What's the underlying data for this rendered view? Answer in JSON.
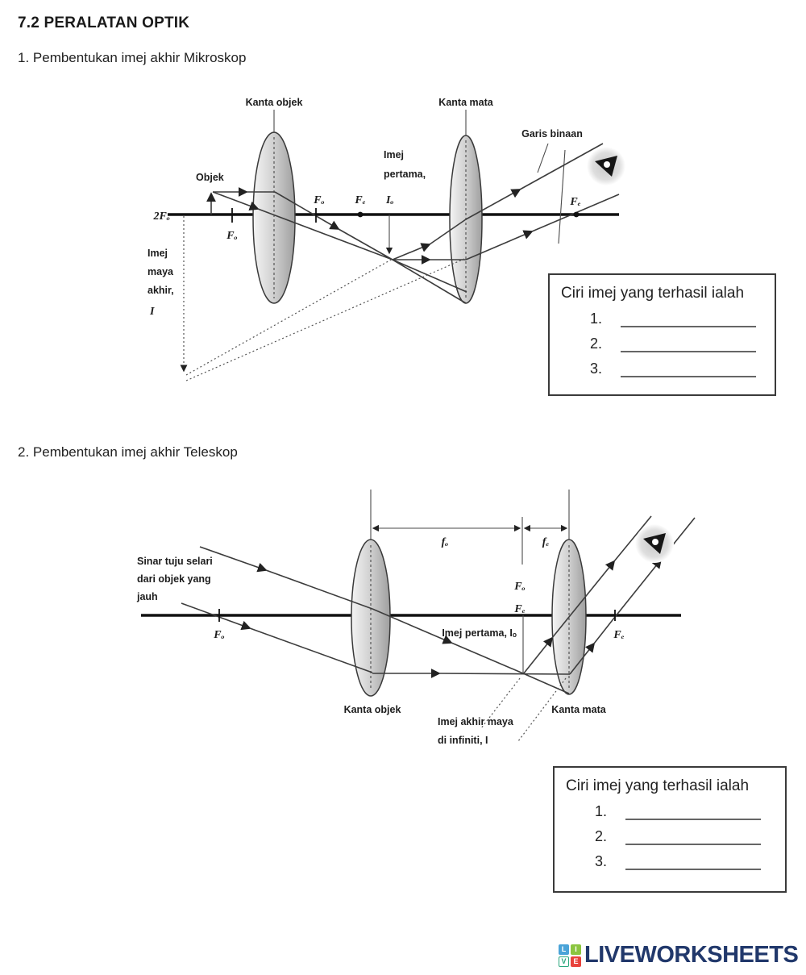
{
  "page": {
    "title": "7.2 PERALATAN OPTIK",
    "section1": "1. Pembentukan imej akhir Mikroskop",
    "section2": "2. Pembentukan imej akhir Teleskop"
  },
  "microscope": {
    "objective_label": "Kanta objek",
    "eyepiece_label": "Kanta mata",
    "construction_label": "Garis binaan",
    "object_label": "Objek",
    "two_fo": "2Fₒ",
    "fo_left": "Fₒ",
    "fo_right": "Fₒ",
    "fe_mid": "Fₑ",
    "fe_right": "Fₑ",
    "first_image_line1": "Imej",
    "first_image_line2": "pertama,",
    "first_image_symbol": "Iₒ",
    "virtual_image_line1": "Imej",
    "virtual_image_line2": "maya",
    "virtual_image_line3": "akhir,",
    "virtual_image_symbol": "I"
  },
  "telescope": {
    "incoming_line1": "Sinar tuju selari",
    "incoming_line2": "dari objek yang",
    "incoming_line3": "jauh",
    "fo_left": "Fₒ",
    "fo_dim": "fₒ",
    "fe_dim": "fₑ",
    "fo_mid": "Fₒ",
    "fe_mid": "Fₑ",
    "first_image": "Imej pertama, Iₒ",
    "fe_right": "Fₑ",
    "objective_label": "Kanta objek",
    "eyepiece_label": "Kanta mata",
    "final_image_line1": "Imej akhir maya",
    "final_image_line2": "di infiniti, I"
  },
  "answer_box": {
    "title": "Ciri imej yang terhasil ialah",
    "items": [
      "1.",
      "2.",
      "3."
    ]
  },
  "logo": {
    "squares": [
      {
        "letter": "L",
        "color": "#4aa3d8"
      },
      {
        "letter": "I",
        "color": "#8bc540"
      },
      {
        "letter": "V",
        "color": "#2aa77d"
      },
      {
        "letter": "E",
        "color": "#e8423c"
      }
    ],
    "text": "LIVEWORKSHEETS",
    "wordmark_color": "#21386b"
  }
}
